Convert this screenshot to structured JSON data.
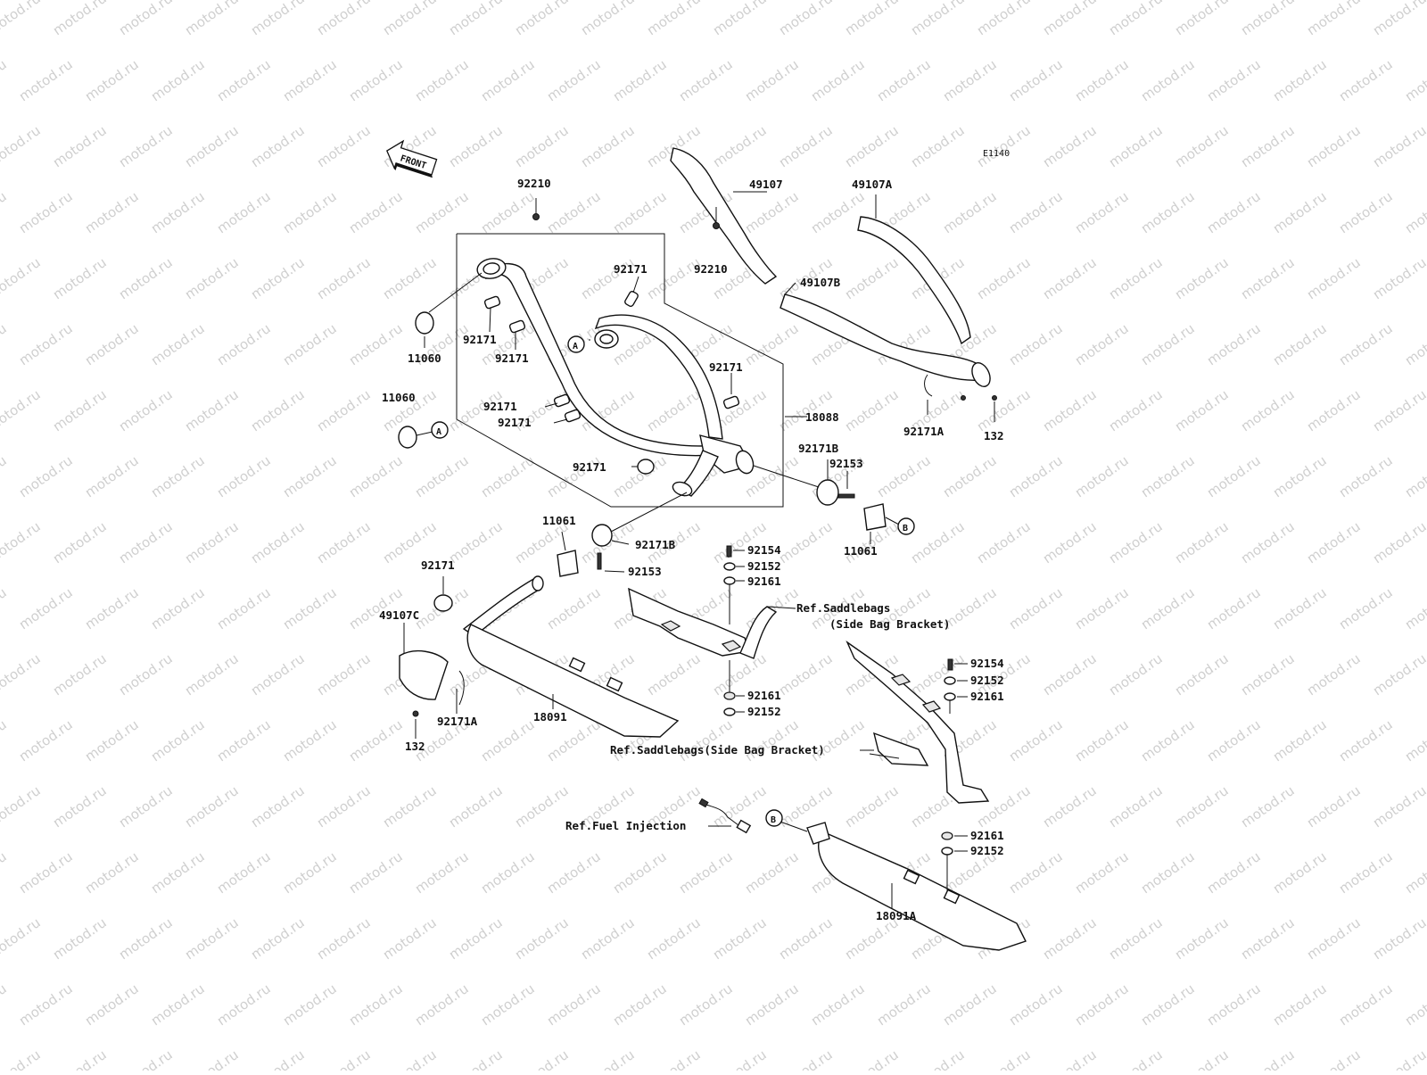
{
  "watermark": "motod.ru",
  "diagram_code": "E1140",
  "front_label": "FRONT",
  "callouts": {
    "A": "A",
    "B": "B"
  },
  "labels": {
    "p92210_a": "92210",
    "p49107": "49107",
    "p49107A": "49107A",
    "p92171_a": "92171",
    "p92210_b": "92210",
    "p49107B": "49107B",
    "p11060_a": "11060",
    "p92171_b": "92171",
    "p92171_c": "92171",
    "p92171_d": "92171",
    "p11060_b": "11060",
    "p92171_e": "92171",
    "p92171_f": "92171",
    "p18088": "18088",
    "p92171A_a": "92171A",
    "p132_a": "132",
    "p92171_g": "92171",
    "p92171B_a": "92171B",
    "p92153_a": "92153",
    "p11061_a": "11061",
    "p92171B_b": "92171B",
    "p11061_b": "11061",
    "p92153_b": "92153",
    "p92154_a": "92154",
    "p92152_a": "92152",
    "p92161_a": "92161",
    "p92171_h": "92171",
    "ref_saddle_1a": "Ref.Saddlebags",
    "ref_saddle_1b": "(Side Bag Bracket)",
    "p49107C": "49107C",
    "p92154_b": "92154",
    "p92152_b": "92152",
    "p92161_b": "92161",
    "p92161_c": "92161",
    "p92152_c": "92152",
    "p18091": "18091",
    "p92171A_b": "92171A",
    "p132_b": "132",
    "ref_saddle_2": "Ref.Saddlebags(Side Bag Bracket)",
    "ref_fuel": "Ref.Fuel Injection",
    "p92161_d": "92161",
    "p92152_d": "92152",
    "p18091A": "18091A"
  }
}
